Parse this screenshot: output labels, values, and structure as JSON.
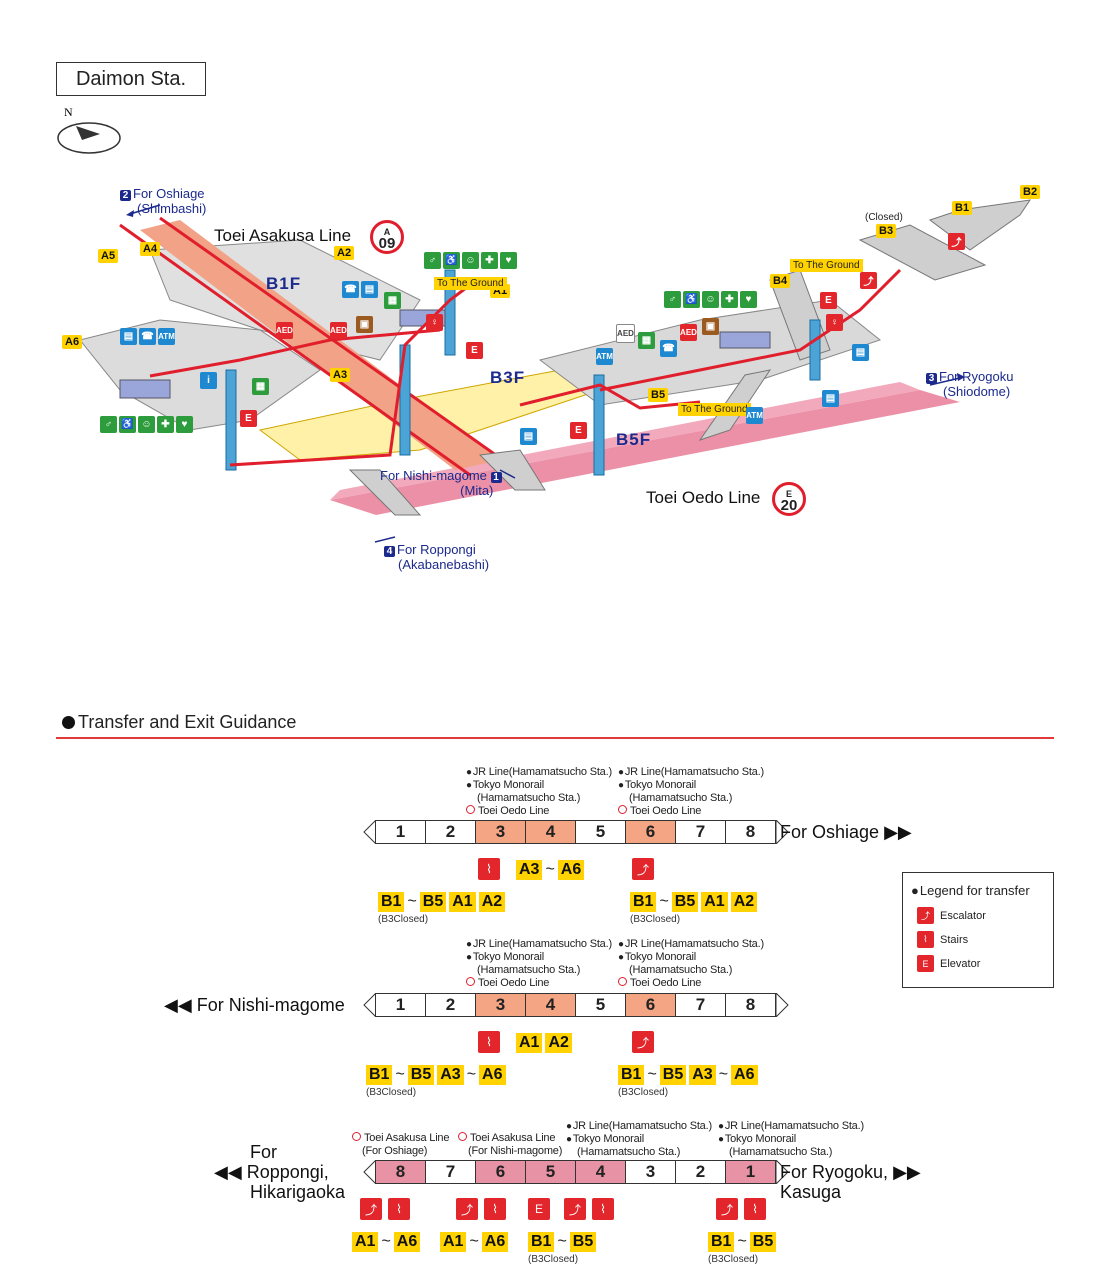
{
  "station_title": "Daimon Sta.",
  "compass_label": "N",
  "map": {
    "dir_oshiage": {
      "num": "2",
      "line1": "For Oshiage",
      "line2": "(Shimbashi)"
    },
    "dir_ryogoku": {
      "num": "3",
      "line1": "For Ryogoku",
      "line2": "(Shiodome)"
    },
    "dir_nishimagome": {
      "num": "1",
      "line1": "For Nishi-magome",
      "line2": "(Mita)"
    },
    "dir_roppongi": {
      "num": "4",
      "line1": "For Roppongi",
      "line2": "(Akabanebashi)"
    },
    "asakusa_line": {
      "name": "Toei Asakusa Line",
      "letter": "A",
      "num": "09"
    },
    "oedo_line": {
      "name": "Toei Oedo Line",
      "letter": "E",
      "num": "20"
    },
    "floors": {
      "b1f": "B1F",
      "b3f": "B3F",
      "b5f": "B5F"
    },
    "exits": {
      "a1": "A1",
      "a2": "A2",
      "a3": "A3",
      "a4": "A4",
      "a5": "A5",
      "a6": "A6",
      "b1": "B1",
      "b2": "B2",
      "b3": "B3",
      "b4": "B4",
      "b5": "B5"
    },
    "b3_closed": "(Closed)",
    "to_ground": "To The Ground",
    "atm": "ATM",
    "aed": "AED"
  },
  "colors": {
    "asakusa": "#e01e2c",
    "oedo_band": "#e56b8a",
    "exit_yellow": "#ffd200",
    "rule": "#e23a3a"
  },
  "guidance": {
    "title": "Transfer and Exit Guidance",
    "legend": {
      "title": "Legend for transfer",
      "escalator": "Escalator",
      "stairs": "Stairs",
      "elevator": "Elevator"
    },
    "notes": {
      "jr": "JR Line(Hamamatsucho Sta.)",
      "monorail": "Tokyo Monorail",
      "monorail_sta": "(Hamamatsucho Sta.)",
      "oedo": "Toei Oedo Line",
      "asakusa_oshiage": "Toei Asakusa Line",
      "for_oshiage": "(For Oshiage)",
      "for_nishi": "(For Nishi-magome)",
      "b3closed": "(B3Closed)"
    },
    "train1": {
      "cars": [
        "1",
        "2",
        "3",
        "4",
        "5",
        "6",
        "7",
        "8"
      ],
      "right_label": "For Oshiage"
    },
    "train2": {
      "cars": [
        "1",
        "2",
        "3",
        "4",
        "5",
        "6",
        "7",
        "8"
      ],
      "left_label": "For Nishi-magome"
    },
    "train3": {
      "cars": [
        "8",
        "7",
        "6",
        "5",
        "4",
        "3",
        "2",
        "1"
      ],
      "left_label1": "For",
      "left_label2": "Roppongi,",
      "left_label3": "Hikarigaoka",
      "right_label1": "For Ryogoku,",
      "right_label2": "Kasuga"
    },
    "ex": {
      "a1": "A1",
      "a2": "A2",
      "a3": "A3",
      "a6": "A6",
      "b1": "B1",
      "b5": "B5"
    },
    "tilde": "~"
  }
}
